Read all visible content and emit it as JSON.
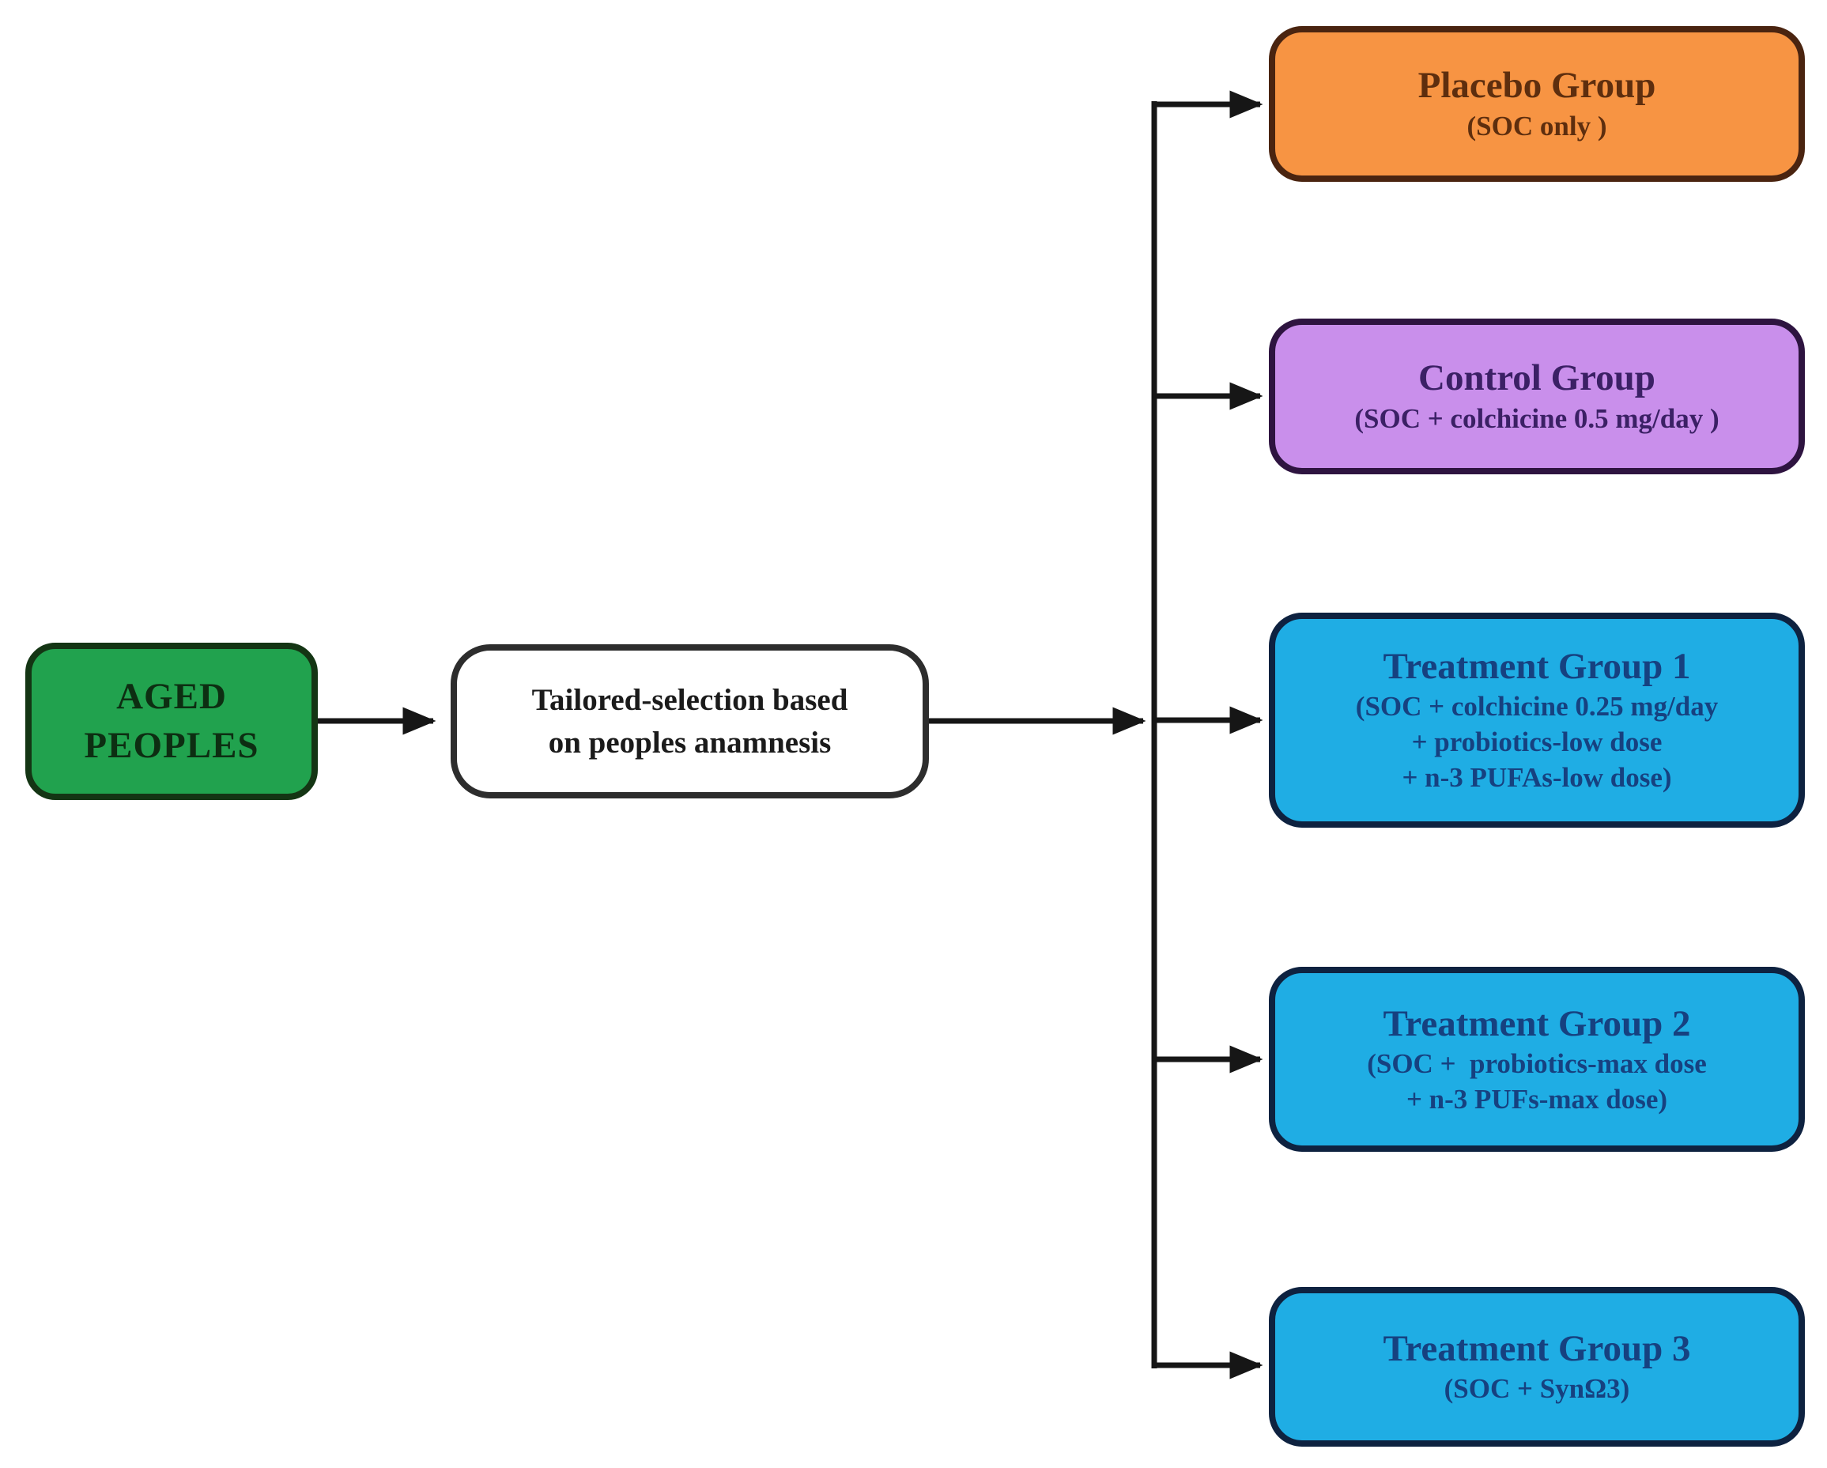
{
  "nodes": {
    "source": {
      "lines": [
        "AGED",
        "PEOPLES"
      ]
    },
    "selection": {
      "lines": [
        "Tailored-selection based",
        "on peoples anamnesis"
      ]
    },
    "groups": [
      {
        "id": "placebo-group",
        "title": "Placebo Group",
        "details": [
          "(SOC only )"
        ]
      },
      {
        "id": "control-group",
        "title": "Control Group",
        "details": [
          "(SOC + colchicine 0.5 mg/day )"
        ]
      },
      {
        "id": "treatment-group-1",
        "title": "Treatment Group 1",
        "details": [
          "(SOC + colchicine 0.25 mg/day",
          "+ probiotics-low dose",
          "+ n-3 PUFAs-low dose)"
        ]
      },
      {
        "id": "treatment-group-2",
        "title": "Treatment Group 2",
        "details": [
          "(SOC +  probiotics-max dose",
          "+ n-3 PUFs-max dose)"
        ]
      },
      {
        "id": "treatment-group-3",
        "title": "Treatment Group 3",
        "details": [
          "(SOC + SynΩ3)"
        ]
      }
    ]
  },
  "colors": {
    "canvas_background": "#ffffff",
    "connector_line": "#161616",
    "source_fill": "#21a24e",
    "source_border": "#143514",
    "source_text": "#0d2e12",
    "selection_fill": "#ffffff",
    "selection_border": "#2d2d2d",
    "selection_text": "#1b1b1b",
    "placebo_fill": "#f79443",
    "placebo_border": "#4a2410",
    "placebo_text": "#5e2e0e",
    "control_fill": "#c98feb",
    "control_border": "#2e1440",
    "control_text": "#3b2065",
    "treatment_fill": "#1fade4",
    "treatment_border": "#0e2240",
    "treatment_text": "#164180"
  }
}
